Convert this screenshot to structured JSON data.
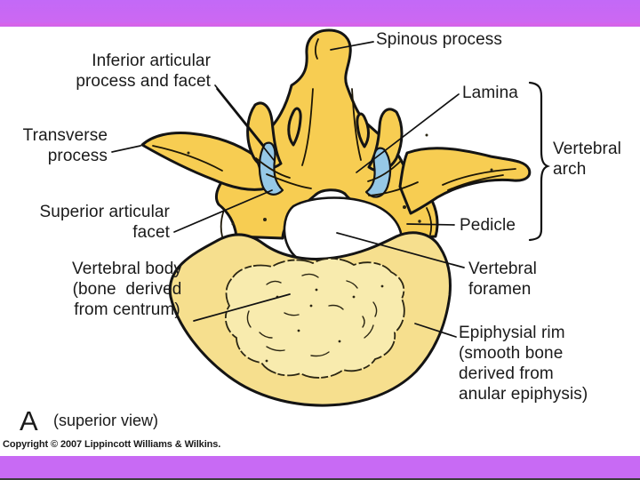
{
  "figure": {
    "panel_letter": "A",
    "view_label": "(superior view)",
    "copyright": "Copyright © 2007 Lippincott Williams & Wilkins."
  },
  "labels": {
    "spinous_process": "Spinous process",
    "inferior_articular": "Inferior articular\nprocess and facet",
    "transverse_process": "Transverse\nprocess",
    "superior_articular": "Superior articular\nfacet",
    "vertebral_body": "Vertebral body\n(bone  derived\nfrom centrum)",
    "lamina": "Lamina",
    "vertebral_arch": "Vertebral\narch",
    "pedicle": "Pedicle",
    "vertebral_foramen": "Vertebral\nforamen",
    "epiphysial_rim": "Epiphysial rim\n(smooth bone\nderived from\nanular epiphysis)"
  },
  "colors": {
    "banner_purple": "#c86af4",
    "banner_edge_pink": "#da62e6",
    "background": "#ffffff",
    "bone_dark_yellow": "#f7cd52",
    "bone_light_yellow": "#f6df8e",
    "centrum_pale": "#f8ebae",
    "facet_blue": "#96c8e6",
    "outline_black": "#141414",
    "text_black": "#1a1a1a"
  }
}
